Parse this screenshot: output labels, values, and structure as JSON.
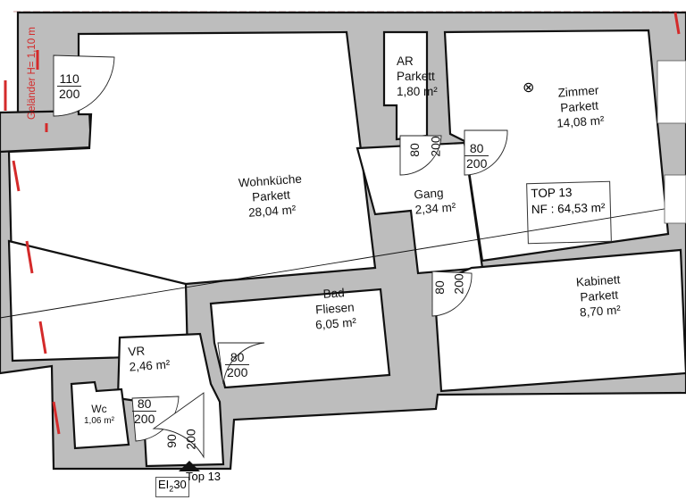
{
  "plan": {
    "colors": {
      "wall": "#bdbdbd",
      "outline": "#111111",
      "railing_marks": "#d42a2a",
      "background": "#ffffff"
    },
    "unit": {
      "name": "TOP 13",
      "area_label": "NF : 64,53 m²"
    },
    "rooms": [
      {
        "id": "wohnkueche",
        "name": "Wohnküche",
        "floor": "Parkett",
        "area": "28,04 m²"
      },
      {
        "id": "ar",
        "name": "AR",
        "floor": "Parkett",
        "area": "1,80 m²"
      },
      {
        "id": "zimmer",
        "name": "Zimmer",
        "floor": "Parkett",
        "area": "14,08 m²"
      },
      {
        "id": "gang",
        "name": "Gang",
        "floor": "",
        "area": "2,34 m²"
      },
      {
        "id": "bad",
        "name": "Bad",
        "floor": "Fliesen",
        "area": "6,05 m²"
      },
      {
        "id": "kabinett",
        "name": "Kabinett",
        "floor": "Parkett",
        "area": "8,70 m²"
      },
      {
        "id": "vr",
        "name": "VR",
        "floor": "",
        "area": "2,46 m²"
      },
      {
        "id": "wc",
        "name": "Wc",
        "floor": "",
        "area": "1,06 m²"
      }
    ],
    "doors": [
      {
        "id": "balcony-door",
        "width": "110",
        "height": "200"
      },
      {
        "id": "ar-door",
        "width": "80",
        "height": "200"
      },
      {
        "id": "zimmer-door",
        "width": "80",
        "height": "200"
      },
      {
        "id": "kabinett-door",
        "width": "80",
        "height": "200"
      },
      {
        "id": "bad-door",
        "width": "80",
        "height": "200"
      },
      {
        "id": "wc-door",
        "width": "80",
        "height": "200"
      },
      {
        "id": "entrance-door",
        "width": "90",
        "height": "200"
      }
    ],
    "annotations": {
      "railing": "Geländer H= 1,10 m",
      "fire_rating": "EI",
      "fire_rating_sub": "2",
      "fire_rating_num": "30",
      "entrance_label": "Top 13",
      "ceiling_light_symbol": "⊗"
    }
  }
}
